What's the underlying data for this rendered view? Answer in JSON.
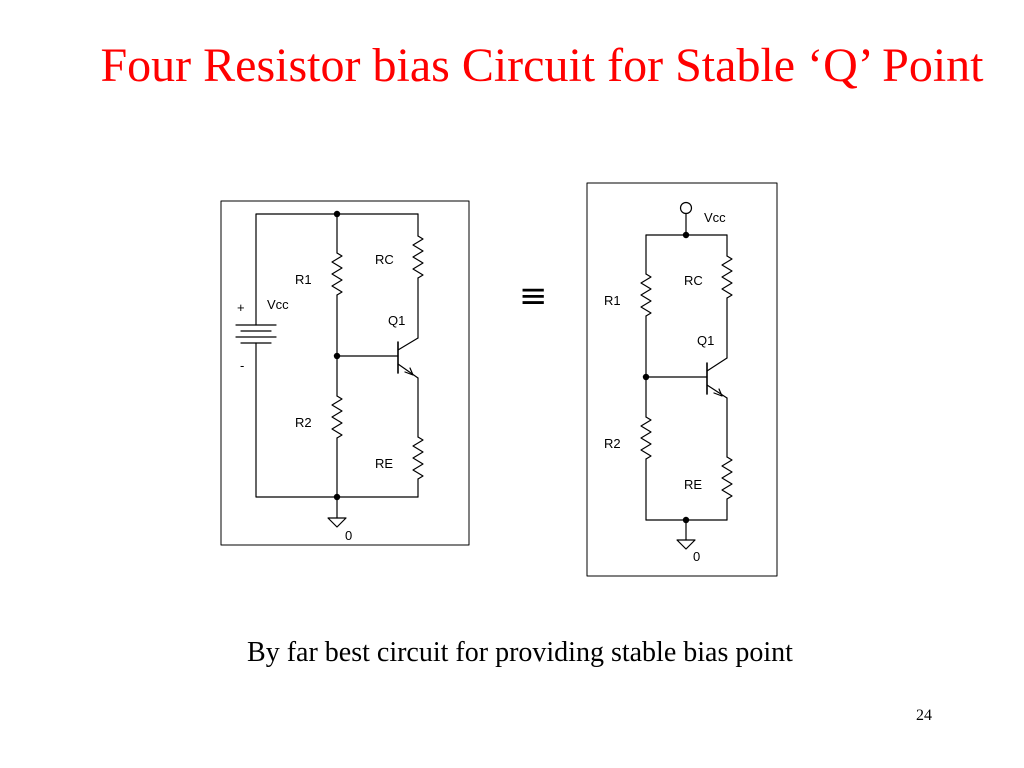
{
  "slide": {
    "title": "Four Resistor bias Circuit for Stable ‘Q’ Point",
    "equivalence_symbol": "≡",
    "caption": "By far best circuit for providing stable bias point",
    "page_number": "24"
  },
  "left_circuit": {
    "plus_sign": "+",
    "minus_sign": "-",
    "source_label": "Vcc",
    "r1_label": "R1",
    "r2_label": "R2",
    "rc_label": "RC",
    "re_label": "RE",
    "transistor_label": "Q1",
    "ground_label": "0"
  },
  "right_circuit": {
    "supply_label": "Vcc",
    "r1_label": "R1",
    "r2_label": "R2",
    "rc_label": "RC",
    "re_label": "RE",
    "transistor_label": "Q1",
    "ground_label": "0"
  },
  "colors": {
    "title": "#ff0000",
    "text": "#000000",
    "frame": "#000000",
    "background": "#ffffff"
  }
}
